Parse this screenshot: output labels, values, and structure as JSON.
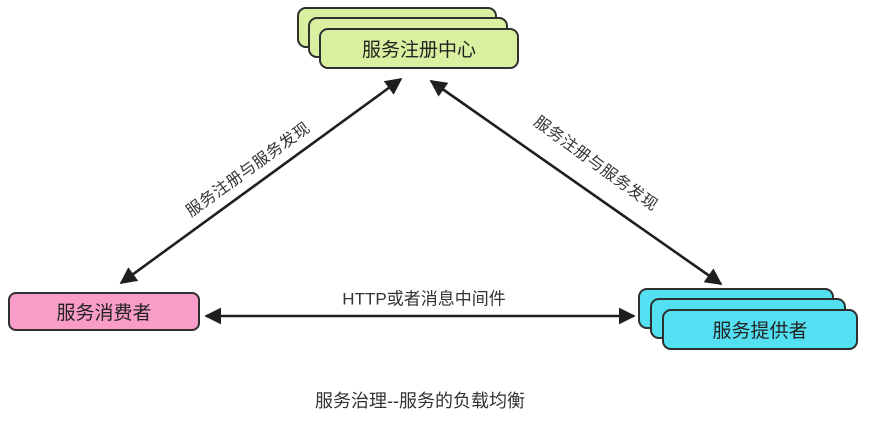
{
  "diagram": {
    "nodes": {
      "registry": {
        "label": "服务注册中心",
        "fill": "#d9f0a0"
      },
      "consumer": {
        "label": "服务消费者",
        "fill": "#fa9cc8"
      },
      "provider": {
        "label": "服务提供者",
        "fill": "#52e0f2"
      }
    },
    "edges": {
      "consumer_registry": {
        "label": "服务注册与服务发现"
      },
      "registry_provider": {
        "label": "服务注册与服务发现"
      },
      "consumer_provider": {
        "label": "HTTP或者消息中间件"
      }
    },
    "caption": "服务治理--服务的负载均衡",
    "colors": {
      "border": "#2f2f2f",
      "arrow": "#1f1f1f",
      "text": "#333333"
    }
  }
}
